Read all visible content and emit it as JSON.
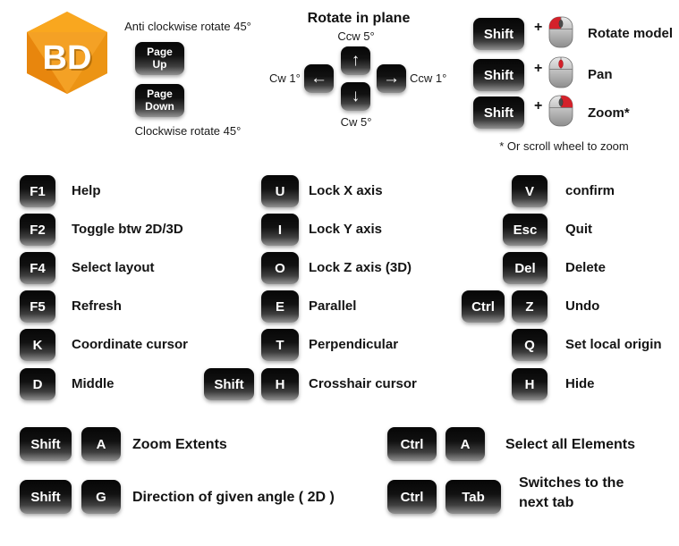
{
  "logo": {
    "text": "BD",
    "color": "#F09A1A"
  },
  "anti_clockwise": {
    "caption_top": "Anti clockwise rotate 45°",
    "page_up": "Page Up",
    "page_down": "Page Down",
    "caption_bottom": "Clockwise rotate 45°"
  },
  "rotate_in_plane": {
    "title": "Rotate in plane",
    "up_caption": "Ccw 5°",
    "left_caption": "Cw 1°",
    "right_caption": "Ccw 1°",
    "down_caption": "Cw 5°",
    "arrow_up": "↑",
    "arrow_left": "←",
    "arrow_right": "→",
    "arrow_down": "↓"
  },
  "mouse_shortcuts": {
    "rows": [
      {
        "key": "Shift",
        "plus": "+",
        "mouse_icon": "mouse-left-button",
        "label": "Rotate model"
      },
      {
        "key": "Shift",
        "plus": "+",
        "mouse_icon": "mouse-middle-wheel",
        "label": "Pan"
      },
      {
        "key": "Shift",
        "plus": "+",
        "mouse_icon": "mouse-right-button",
        "label": "Zoom*"
      }
    ],
    "footnote": "* Or scroll wheel to zoom"
  },
  "left_column": {
    "rows": [
      {
        "key": "F1",
        "label": "Help"
      },
      {
        "key": "F2",
        "label": "Toggle btw 2D/3D"
      },
      {
        "key": "F4",
        "label": "Select layout"
      },
      {
        "key": "F5",
        "label": "Refresh"
      },
      {
        "key": "K",
        "label": "Coordinate cursor"
      },
      {
        "key": "D",
        "label": "Middle"
      }
    ]
  },
  "middle_column": {
    "rows": [
      {
        "key": "U",
        "label": "Lock X axis"
      },
      {
        "key": "I",
        "label": "Lock Y axis"
      },
      {
        "key": "O",
        "label": "Lock Z axis (3D)"
      },
      {
        "key": "E",
        "label": "Parallel"
      },
      {
        "key": "T",
        "label": "Perpendicular"
      },
      {
        "modifier": "Shift",
        "key": "H",
        "label": "Crosshair cursor"
      }
    ]
  },
  "right_column": {
    "rows": [
      {
        "key": "V",
        "label": "confirm"
      },
      {
        "key": "Esc",
        "label": "Quit"
      },
      {
        "key": "Del",
        "label": "Delete"
      },
      {
        "modifier": "Ctrl",
        "key": "Z",
        "label": "Undo"
      },
      {
        "key": "Q",
        "label": "Set local origin"
      },
      {
        "key": "H",
        "label": "Hide"
      }
    ]
  },
  "bottom_left": {
    "rows": [
      {
        "modifier": "Shift",
        "key": "A",
        "label": "Zoom Extents"
      },
      {
        "modifier": "Shift",
        "key": "G",
        "label": "Direction of given angle ( 2D )"
      }
    ]
  },
  "bottom_right": {
    "rows": [
      {
        "modifier": "Ctrl",
        "key": "A",
        "label": "Select all Elements"
      },
      {
        "modifier": "Ctrl",
        "key": "Tab",
        "label": "Switches to the next tab"
      }
    ]
  },
  "colors": {
    "key_gradient_top": "#060606",
    "key_gradient_bottom": "#929292",
    "mouse_highlight_red": "#D4212A",
    "mouse_body_gray": "#9a9a9a",
    "logo_orange_light": "#F9A71F",
    "logo_orange_dark": "#E8860D",
    "text_black": "#141414"
  }
}
